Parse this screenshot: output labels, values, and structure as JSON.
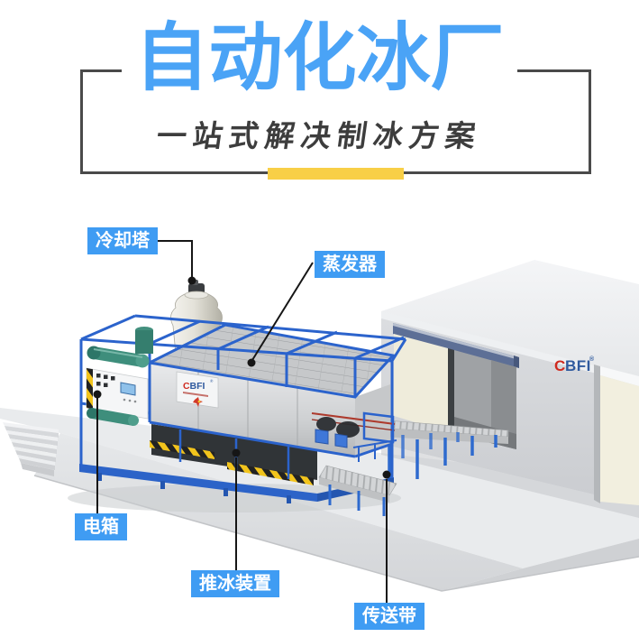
{
  "header": {
    "title": "自动化冰厂",
    "subtitle": "一站式解决制冰方案",
    "title_color": "#4aa3f6",
    "subtitle_color": "#3d3d3d",
    "frame_color": "#4a4a4a",
    "accent_bar_color": "#f8cf47"
  },
  "brand": {
    "first_letter": "C",
    "rest": "BFI",
    "registered": "®"
  },
  "callouts": [
    {
      "id": "cooling-tower",
      "label": "冷却塔"
    },
    {
      "id": "evaporator",
      "label": "蒸发器"
    },
    {
      "id": "electric-box",
      "label": "电箱"
    },
    {
      "id": "ice-pusher",
      "label": "推冰装置"
    },
    {
      "id": "conveyor-belt",
      "label": "传送带"
    }
  ],
  "colors": {
    "label_bg": "#3f9cf3",
    "label_text": "#ffffff",
    "machine_frame_blue": "#2b63cc",
    "callout_line": "#161616",
    "logo_red": "#cf2b20",
    "logo_blue": "#2f5a9e"
  }
}
